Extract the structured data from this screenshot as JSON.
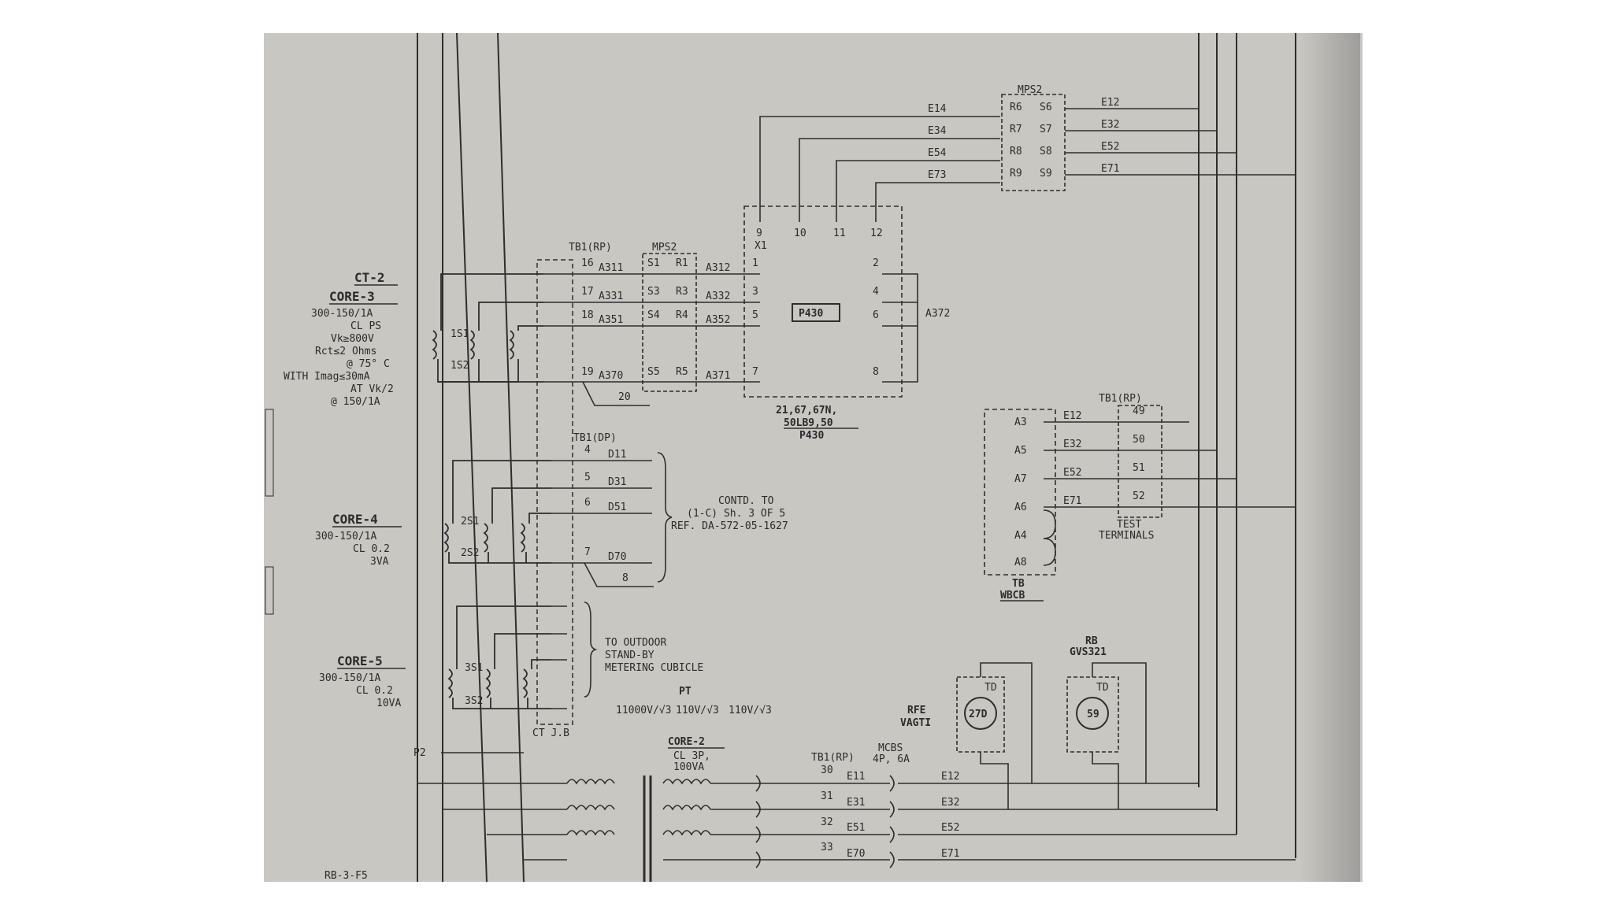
{
  "ct2": {
    "heading": "CT-2",
    "core3": {
      "name": "CORE-3",
      "lines": [
        "300-150/1A",
        "CL PS",
        "Vk≥800V",
        "Rct≤2 Ohms",
        "@ 75° C",
        "WITH Imag≤30mA",
        "AT Vk/2",
        "@ 150/1A"
      ]
    },
    "core4": {
      "name": "CORE-4",
      "lines": [
        "300-150/1A",
        "CL 0.2",
        "3VA"
      ]
    },
    "core5": {
      "name": "CORE-5",
      "lines": [
        "300-150/1A",
        "CL 0.2",
        "10VA"
      ]
    },
    "s1": "1S1",
    "s2": "1S2",
    "s3": "2S1",
    "s4": "2S2",
    "s5": "3S1",
    "s6": "3S2"
  },
  "mps2_top": {
    "name": "MPS2",
    "left": [
      "R6",
      "R7",
      "R8",
      "R9"
    ],
    "right": [
      "S6",
      "S7",
      "S8",
      "S9"
    ]
  },
  "top_wires": {
    "left": [
      "E14",
      "E34",
      "E54",
      "E73"
    ],
    "right": [
      "E12",
      "E32",
      "E52",
      "E71"
    ]
  },
  "relay": {
    "top_terminals": [
      "9",
      "10",
      "11",
      "12"
    ],
    "x1": "X1",
    "right_terminals": [
      "2",
      "4",
      "6",
      "8"
    ],
    "left_terminals": [
      "1",
      "3",
      "5",
      "7"
    ],
    "model_box": "P430",
    "caption": [
      "21,67,67N,",
      "50LB9,50",
      "P430"
    ],
    "a372": "A372"
  },
  "tb1_rp_left": {
    "title": "TB1(RP)",
    "mps2": "MPS2",
    "terms": [
      "16",
      "17",
      "18",
      "19",
      "20"
    ],
    "wires_in": [
      "A311",
      "A331",
      "A351",
      "A370"
    ],
    "mps_left": [
      "S1",
      "S3",
      "S4",
      "S5"
    ],
    "mps_right": [
      "R1",
      "R3",
      "R4",
      "R5"
    ],
    "wires_out": [
      "A312",
      "A332",
      "A352",
      "A371"
    ]
  },
  "tb1_dp": {
    "title": "TB1(DP)",
    "terms": [
      "4",
      "5",
      "6",
      "7",
      "8"
    ],
    "wires": [
      "D11",
      "D31",
      "D51",
      "D70"
    ],
    "contd": [
      "CONTD. TO",
      "(1-C) Sh. 3 OF 5",
      "REF. DA-572-05-1627"
    ]
  },
  "outdoor": {
    "lines": [
      "TO OUTDOOR",
      "STAND-BY",
      "METERING CUBICLE"
    ],
    "ctjb": "CT J.B"
  },
  "pt": {
    "name": "PT",
    "ratio": [
      "11000V/√3",
      "110V/√3",
      "110V/√3"
    ],
    "core": "CORE-2",
    "core_lines": [
      "CL 3P,",
      "100VA"
    ],
    "p2": "P2",
    "bottom": "RB-3-F5"
  },
  "mcbs": {
    "tb1": "TB1(RP)",
    "name": "MCBS",
    "spec": "4P, 6A",
    "terms": [
      "30",
      "31",
      "32",
      "33"
    ],
    "wires_in": [
      "E11",
      "E31",
      "E51",
      "E70"
    ],
    "wires_out": [
      "E12",
      "E32",
      "E52",
      "E71"
    ]
  },
  "tb_right": {
    "title": "TB",
    "sub": "WBCB",
    "terms": [
      "A3",
      "A5",
      "A7",
      "A6",
      "A4",
      "A8"
    ],
    "wires": [
      "E12",
      "E32",
      "E52",
      "E71"
    ],
    "tb1_title": "TB1(RP)",
    "tb1_terms": [
      "49",
      "50",
      "51",
      "52"
    ],
    "test": [
      "TEST",
      "TERMINALS"
    ]
  },
  "relay_27": {
    "name": [
      "RFE",
      "VAGTI"
    ],
    "id": "27D",
    "td": "TD"
  },
  "relay_59": {
    "name": [
      "RB",
      "GVS321"
    ],
    "id": "59",
    "td": "TD"
  }
}
